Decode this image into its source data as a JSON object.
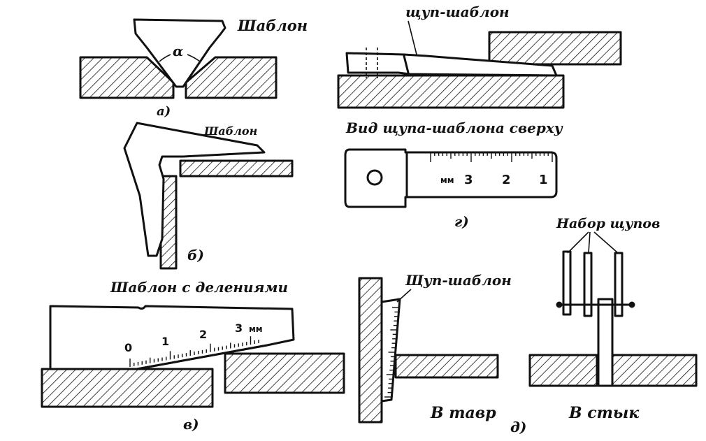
{
  "labels": {
    "shablon_a": "Шаблон",
    "fig_a": "а)",
    "alpha": "α",
    "shablon_b": "Шаблон",
    "fig_b": "б)",
    "shablon_s_deleniyami": "Шаблон с делениями",
    "fig_v": "в)",
    "schup_shablon_top": "щуп-шаблон",
    "vid_sverhu": "Вид щупа-шаблона сверху",
    "fig_g": "г)",
    "schup_shablon_d": "Щуп-шаблон",
    "nabor_schupov": "Набор щупов",
    "v_tavr": "В тавр",
    "v_styk": "В стык",
    "fig_d": "д)"
  },
  "scale_v": {
    "ticks": [
      "0",
      "1",
      "2",
      "3"
    ],
    "unit": "мм"
  },
  "scale_g": {
    "ticks": [
      "3",
      "2",
      "1"
    ],
    "unit": "мм"
  },
  "colors": {
    "ink": "#111111",
    "paper": "#ffffff"
  }
}
